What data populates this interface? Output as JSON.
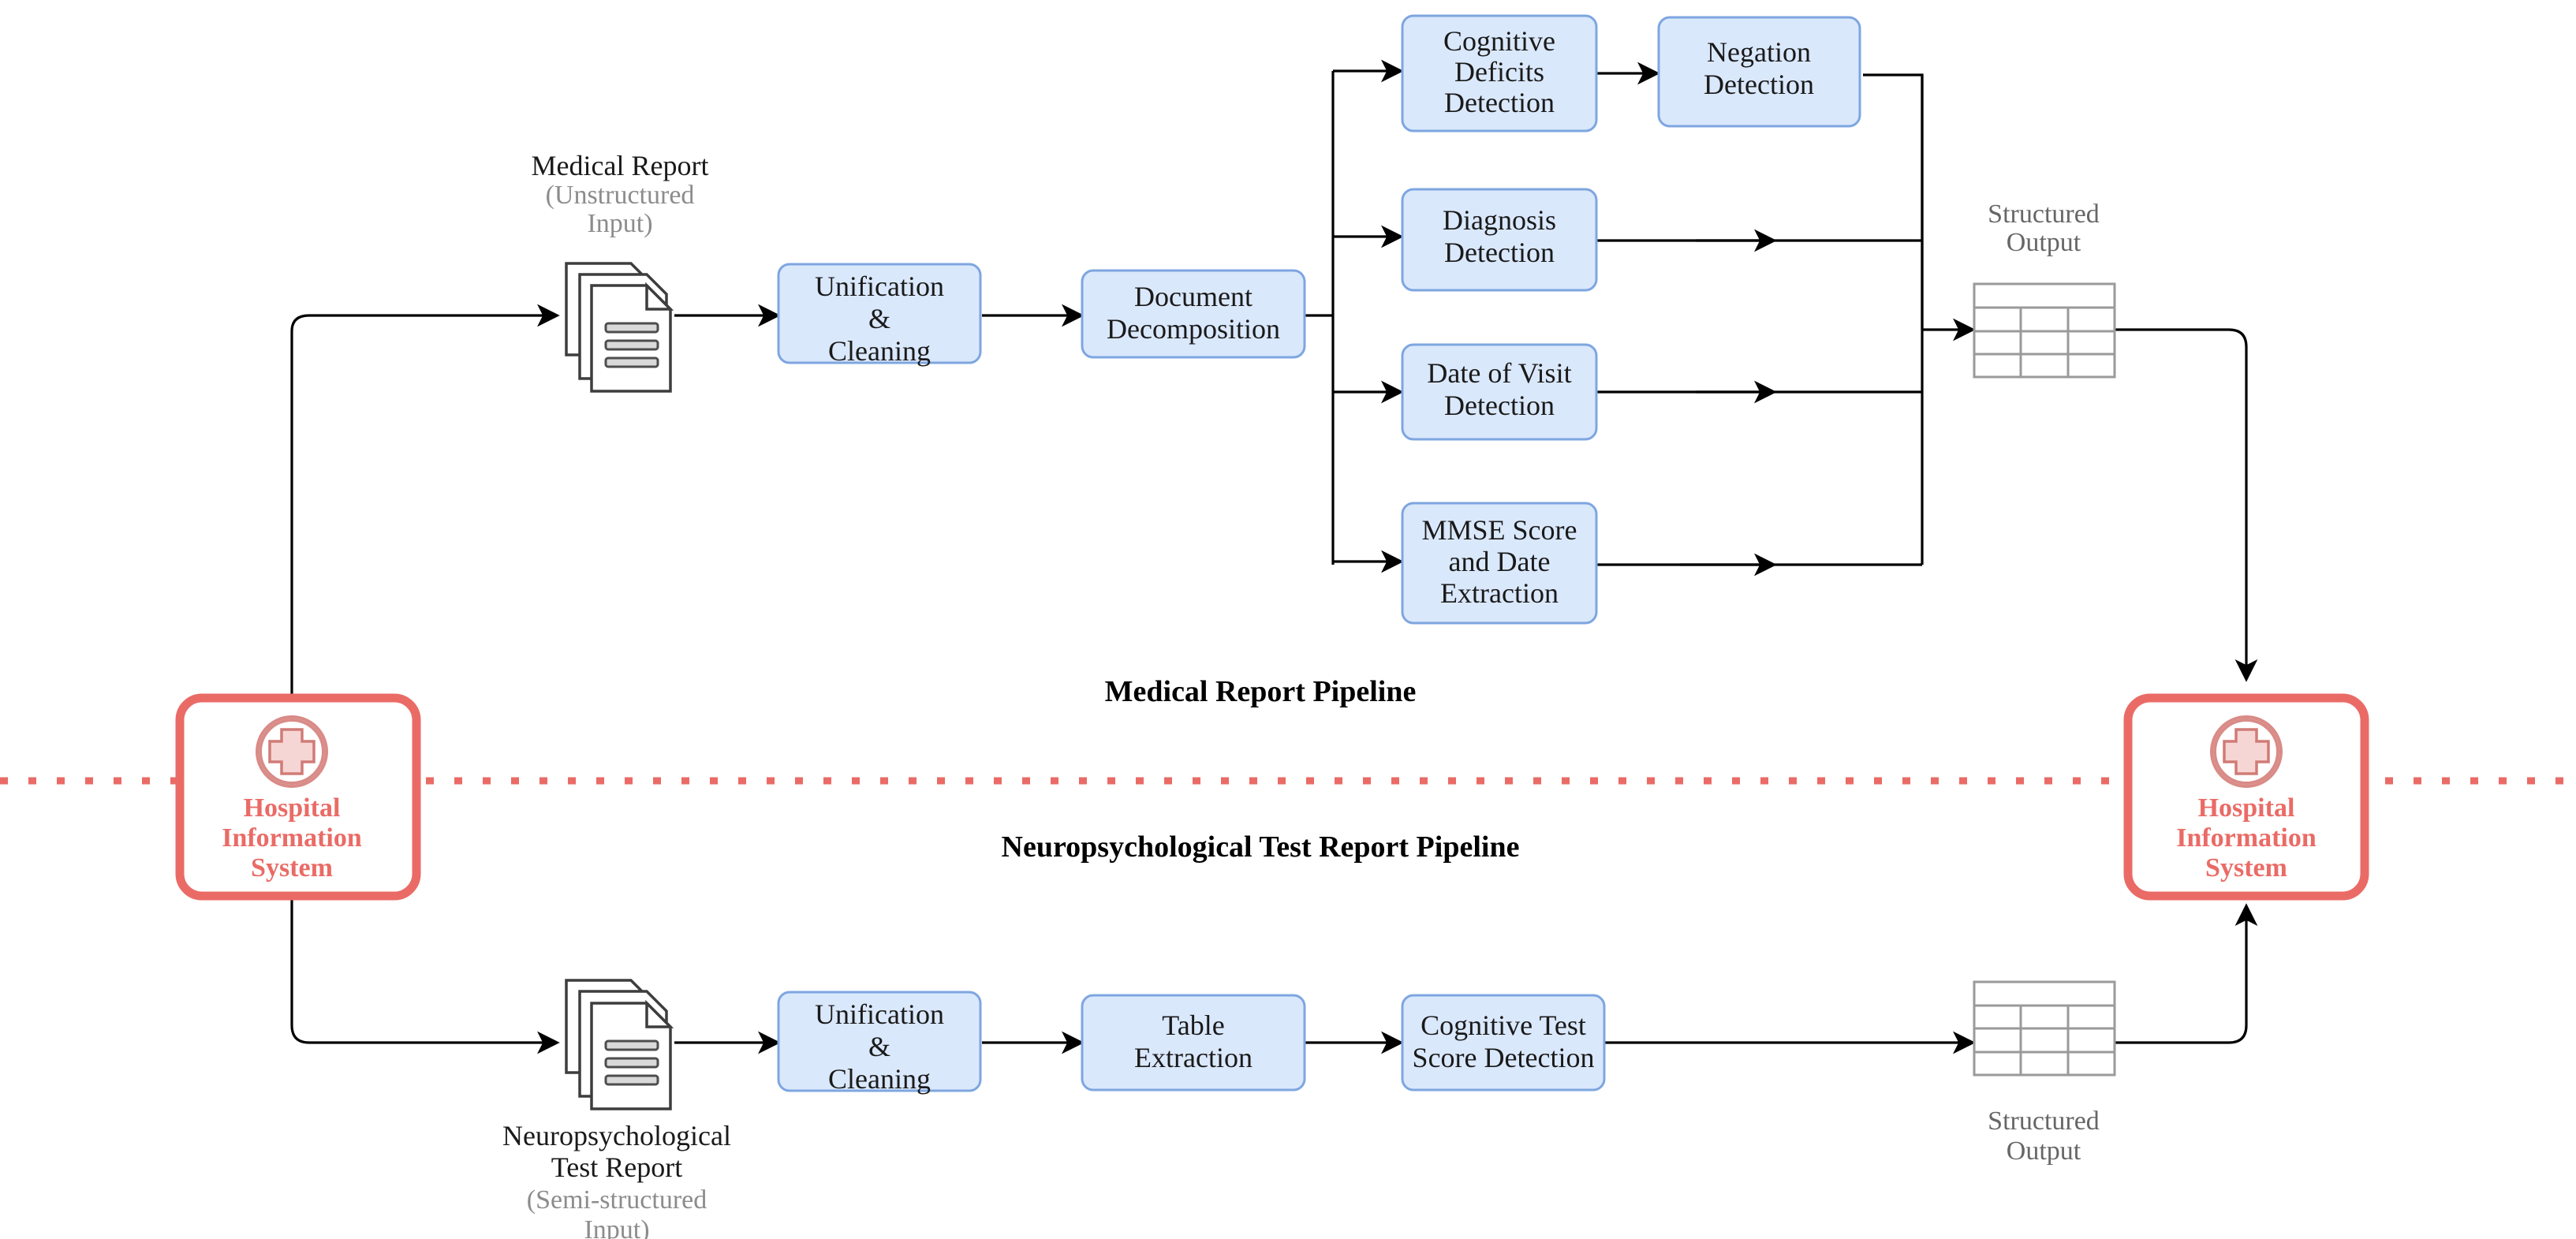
{
  "diagram": {
    "title": "Medical Report and Neuropsychological Test Report Processing Pipelines",
    "colors": {
      "process_fill": "#dae8fc",
      "process_stroke": "#7ea6e0",
      "accent_red": "#ea6b66",
      "muted_text": "#8c8c8c",
      "line": "#000000"
    }
  },
  "pipelines": {
    "top_title": "Medical Report Pipeline",
    "bottom_title": "Neuropsychological Test Report Pipeline"
  },
  "his_left": {
    "line1": "Hospital",
    "line2": "Information",
    "line3": "System",
    "icon": "medical-cross-icon"
  },
  "his_right": {
    "line1": "Hospital",
    "line2": "Information",
    "line3": "System",
    "icon": "medical-cross-icon"
  },
  "top": {
    "input": {
      "title": "Medical Report",
      "sub_line1": "(Unstructured",
      "sub_line2": "Input)",
      "icon": "document-stack-icon"
    },
    "steps": [
      {
        "id": "unification-cleaning",
        "lines": [
          "Unification",
          "&",
          "Cleaning"
        ]
      },
      {
        "id": "document-decomposition",
        "lines": [
          "Document",
          "Decomposition"
        ]
      }
    ],
    "branches": [
      {
        "id": "cognitive-deficits-detection",
        "lines": [
          "Cognitive",
          "Deficits",
          "Detection"
        ]
      },
      {
        "id": "diagnosis-detection",
        "lines": [
          "Diagnosis",
          "Detection"
        ]
      },
      {
        "id": "date-of-visit-detection",
        "lines": [
          "Date of Visit",
          "Detection"
        ]
      },
      {
        "id": "mmse-score-and-date-extraction",
        "lines": [
          "MMSE Score",
          "and Date",
          "Extraction"
        ]
      }
    ],
    "post_branch": {
      "id": "negation-detection",
      "lines": [
        "Negation",
        "Detection"
      ]
    },
    "output": {
      "line1": "Structured",
      "line2": "Output",
      "icon": "table-icon",
      "rows": 4,
      "columns": 3
    }
  },
  "bottom": {
    "input": {
      "title_line1": "Neuropsychological",
      "title_line2": "Test Report",
      "sub_line1": "(Semi-structured",
      "sub_line2": "Input)",
      "icon": "document-stack-icon"
    },
    "steps": [
      {
        "id": "unification-cleaning",
        "lines": [
          "Unification",
          "&",
          "Cleaning"
        ]
      },
      {
        "id": "table-extraction",
        "lines": [
          "Table",
          "Extraction"
        ]
      },
      {
        "id": "cognitive-test-score-detection",
        "lines": [
          "Cognitive Test",
          "Score Detection"
        ]
      }
    ],
    "output": {
      "line1": "Structured",
      "line2": "Output",
      "icon": "table-icon",
      "rows": 4,
      "columns": 3
    }
  }
}
